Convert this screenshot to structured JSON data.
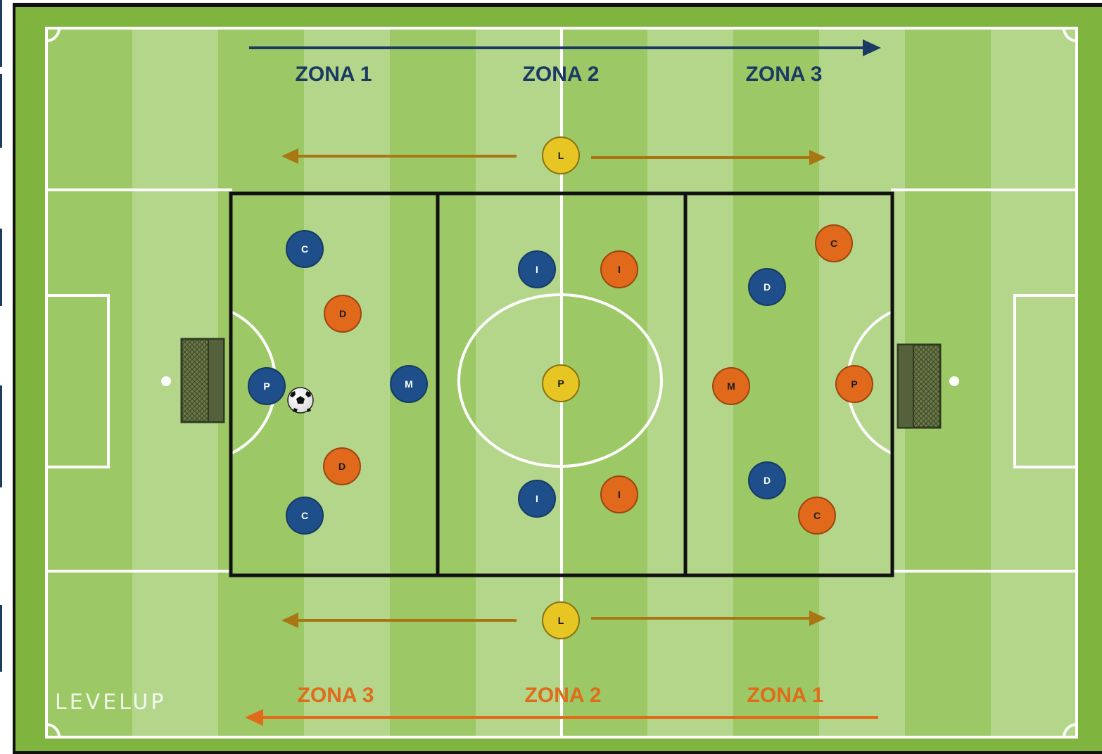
{
  "top_zones": {
    "color": "#1b3a63",
    "labels": [
      "ZONA 1",
      "ZONA 2",
      "ZONA 3"
    ],
    "direction": "right"
  },
  "bottom_zones": {
    "color": "#e06b1a",
    "labels": [
      "ZONA 3",
      "ZONA 2",
      "ZONA 1"
    ],
    "direction": "left"
  },
  "lateral_arrow_color": "#a87613",
  "team_colors": {
    "blue": "#1e4f8a",
    "orange": "#e0691c",
    "yellow": "#e7c624"
  },
  "players": {
    "blue": [
      "C",
      "P",
      "M",
      "C",
      "I",
      "I",
      "D",
      "D"
    ],
    "orange": [
      "D",
      "D",
      "I",
      "I",
      "C",
      "M",
      "P",
      "C"
    ],
    "yellow": [
      "L",
      "P",
      "L"
    ]
  },
  "ball": "soccer-ball-icon",
  "logo": {
    "text": "LEVELUP"
  }
}
